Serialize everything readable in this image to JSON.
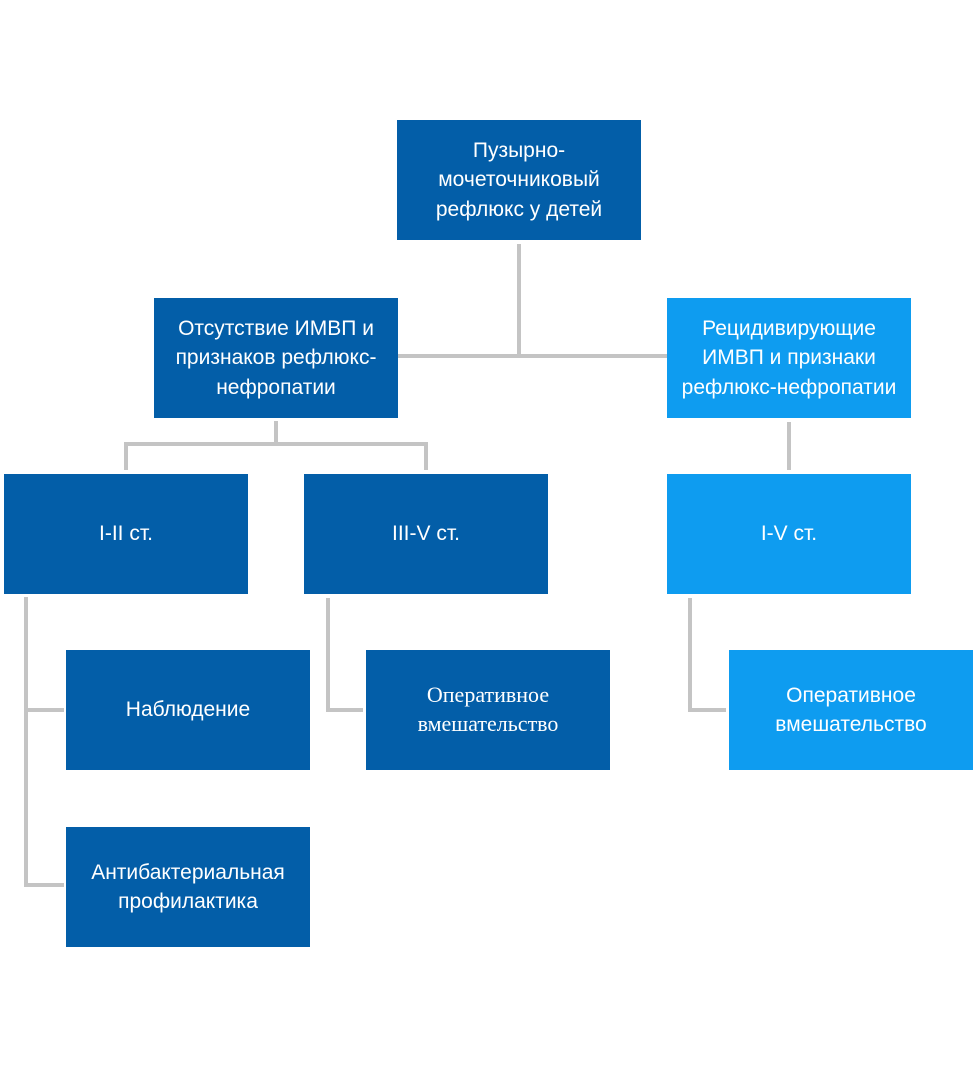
{
  "diagram": {
    "colors": {
      "dark_box": "#035ea8",
      "light_box": "#0e9cf0",
      "connector": "#c4c4c4",
      "text": "#ffffff"
    },
    "root": {
      "text": "Пузырно-мочеточниковый рефлюкс у детей"
    },
    "left_branch": {
      "text": "Отсутствие ИМВП и признаков рефлюкс-нефропатии"
    },
    "right_branch": {
      "text": "Рецидивирующие ИМВП и признаки рефлюкс-нефропатии"
    },
    "grade_1_2": {
      "text": "I-II ст."
    },
    "grade_3_5": {
      "text": "III-V ст."
    },
    "grade_1_5": {
      "text": "I-V ст."
    },
    "observation": {
      "text": "Наблюдение"
    },
    "antibacterial": {
      "text": "Антибактериальная профилактика"
    },
    "surgery_left": {
      "text": "Оперативное вмешательство"
    },
    "surgery_right": {
      "text": "Оперативное вмешательство"
    }
  }
}
